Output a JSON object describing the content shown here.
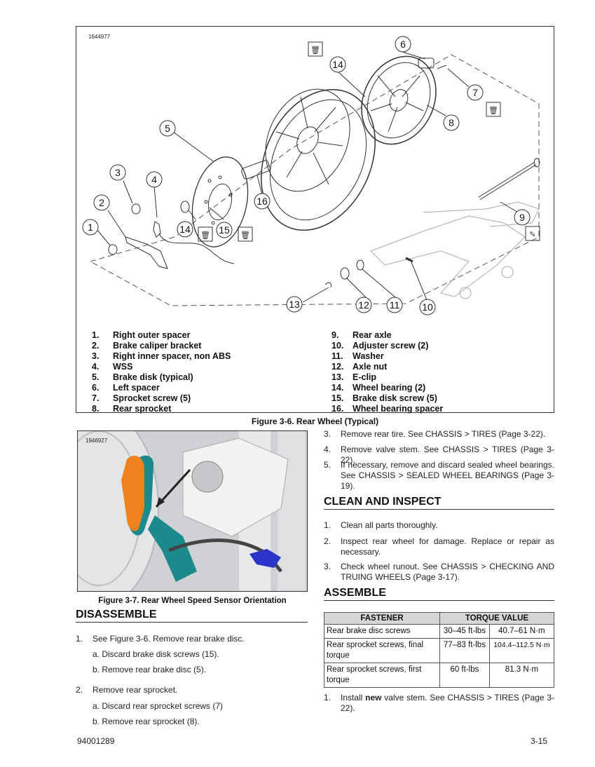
{
  "figure1": {
    "id": "1644977",
    "caption": "Figure 3-6. Rear Wheel (Typical)",
    "callouts": [
      "1",
      "2",
      "3",
      "4",
      "5",
      "6",
      "7",
      "8",
      "9",
      "10",
      "11",
      "12",
      "13",
      "14",
      "14",
      "15",
      "16"
    ],
    "legend_left": [
      {
        "n": "1.",
        "t": "Right outer spacer"
      },
      {
        "n": "2.",
        "t": "Brake caliper bracket"
      },
      {
        "n": "3.",
        "t": "Right inner spacer, non ABS"
      },
      {
        "n": "4.",
        "t": "WSS"
      },
      {
        "n": "5.",
        "t": "Brake disk (typical)"
      },
      {
        "n": "6.",
        "t": "Left spacer"
      },
      {
        "n": "7.",
        "t": "Sprocket screw (5)"
      },
      {
        "n": "8.",
        "t": "Rear sprocket"
      }
    ],
    "legend_right": [
      {
        "n": "9.",
        "t": "Rear axle"
      },
      {
        "n": "10.",
        "t": "Adjuster screw (2)"
      },
      {
        "n": "11.",
        "t": "Washer"
      },
      {
        "n": "12.",
        "t": "Axle nut"
      },
      {
        "n": "13.",
        "t": "E-clip"
      },
      {
        "n": "14.",
        "t": "Wheel bearing (2)"
      },
      {
        "n": "15.",
        "t": "Brake disk screw (5)"
      },
      {
        "n": "16.",
        "t": "Wheel bearing spacer"
      }
    ]
  },
  "figure2": {
    "id": "1946927",
    "caption": "Figure 3-7. Rear Wheel Speed Sensor Orientation"
  },
  "right_steps": [
    {
      "n": "3.",
      "t": "Remove rear tire. See CHASSIS > TIRES (Page 3-22)."
    },
    {
      "n": "4.",
      "t": "Remove valve stem. See CHASSIS > TIRES (Page 3-22)."
    },
    {
      "n": "5.",
      "t": "If necessary, remove and discard sealed wheel bearings. See CHASSIS > SEALED WHEEL BEARINGS (Page 3-19)."
    }
  ],
  "clean": {
    "heading": "CLEAN AND INSPECT",
    "steps": [
      {
        "n": "1.",
        "t": "Clean all parts thoroughly."
      },
      {
        "n": "2.",
        "t": "Inspect rear wheel for damage. Replace or repair as necessary."
      },
      {
        "n": "3.",
        "t": "Check wheel runout. See CHASSIS > CHECKING AND TRUING WHEELS (Page 3-17)."
      }
    ]
  },
  "assemble": {
    "heading": "ASSEMBLE",
    "table": {
      "headers": [
        "FASTENER",
        "TORQUE VALUE"
      ],
      "rows": [
        [
          "Rear brake disc screws",
          "30–45 ft-lbs",
          "40.7–61 N·m"
        ],
        [
          "Rear sprocket screws, final torque",
          "77–83 ft-lbs",
          "104.4–112.5 N·m"
        ],
        [
          "Rear sprocket screws, first torque",
          "60 ft-lbs",
          "81.3 N·m"
        ]
      ]
    },
    "step1": {
      "n": "1.",
      "pre": "Install ",
      "bold": "new",
      "post": " valve stem. See CHASSIS > TIRES (Page 3-22)."
    }
  },
  "disassemble": {
    "heading": "DISASSEMBLE",
    "step1": "See Figure 3-6. Remove rear brake disc.",
    "step1_num": "1.",
    "step1a": "a. Discard brake disk screws (15).",
    "step1b": "b. Remove rear brake disc (5).",
    "step2": "Remove rear sprocket.",
    "step2_num": "2.",
    "step2a": "a. Discard rear sprocket screws (7)",
    "step2b": "b. Remove rear sprocket (8)."
  },
  "footer": {
    "doc": "94001289",
    "page": "3-15"
  }
}
